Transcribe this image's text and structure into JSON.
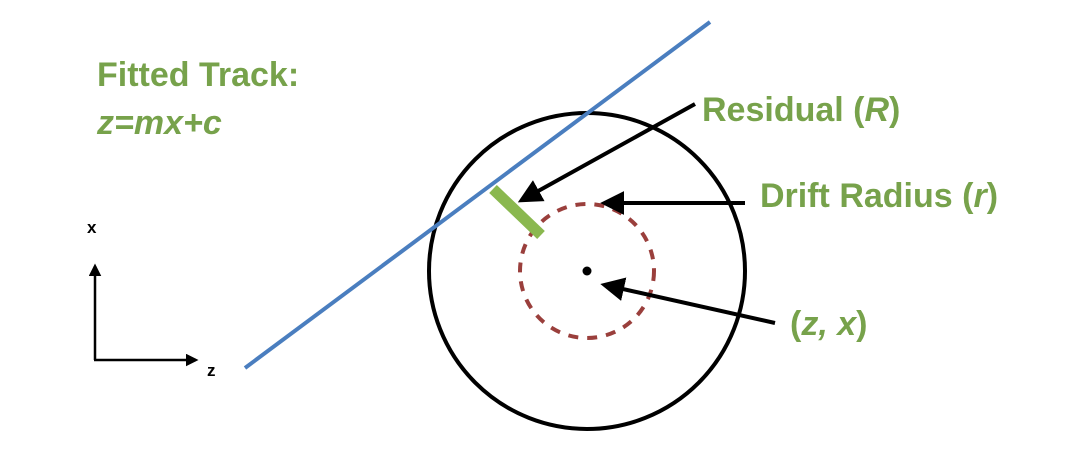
{
  "track": {
    "title": "Fitted Track:",
    "equation": "z=mx+c"
  },
  "labels": {
    "residual": {
      "text": "Residual (",
      "symbol": "R",
      "close": ")"
    },
    "drift_radius": {
      "text": "Drift Radius (",
      "symbol": "r",
      "close": ")"
    },
    "center": {
      "open": "(",
      "symbol": "z, x",
      "close": ")"
    }
  },
  "axes": {
    "vertical": "x",
    "horizontal": "z"
  },
  "colors": {
    "label_green": "#77a24b",
    "track_blue": "#4a7ebf",
    "drift_dashed": "#9a3f3c",
    "residual_bar": "#8ab84f",
    "outline": "#000000"
  }
}
